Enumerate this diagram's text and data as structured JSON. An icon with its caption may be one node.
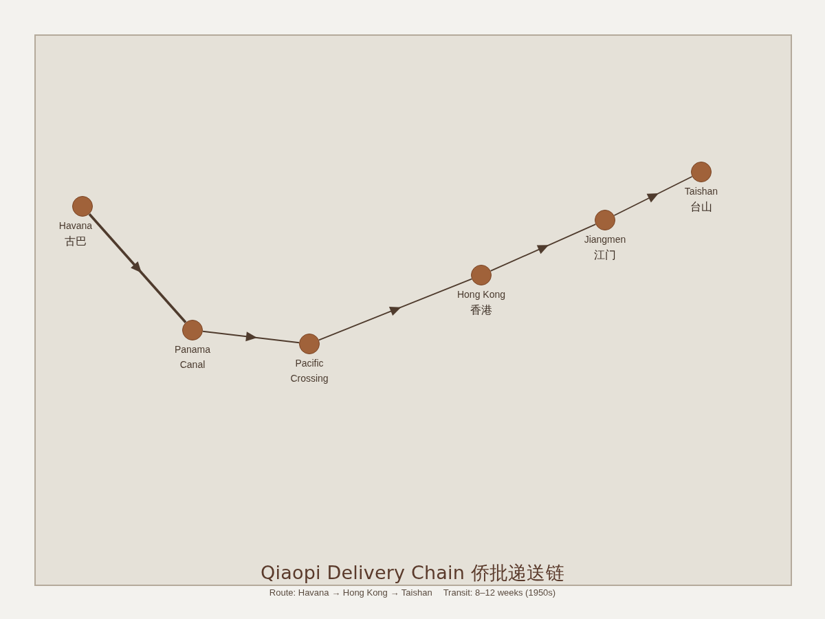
{
  "diagram": {
    "title": "Qiaopi Delivery Chain 侨批递送链",
    "caption": "Route: Havana → Hong Kong → Taishan",
    "nodes": [
      {
        "text": [],
        "shape": "circle",
        "beside": [
          "Havana",
          "古巴"
        ]
      },
      {
        "text": [],
        "shape": "circle",
        "beside": [
          "Panama Canal"
        ]
      },
      {
        "text": [],
        "shape": "circle",
        "beside": [
          "Pacific Crossing"
        ]
      },
      {
        "text": [],
        "shape": "circle",
        "beside": [
          "Hong Kong",
          "香港"
        ]
      },
      {
        "text": [],
        "shape": "circle",
        "beside": [
          "Jiangmen",
          "江门"
        ]
      },
      {
        "text": [],
        "shape": "circle",
        "beside": [
          "Taishan",
          "台山"
        ]
      }
    ],
    "edges": [
      {
        "from": 0,
        "to": 1,
        "arrow": "to",
        "style": "thick"
      },
      {
        "from": 1,
        "to": 2,
        "arrow": "to"
      },
      {
        "from": 2,
        "to": 3,
        "arrow": "to"
      },
      {
        "from": 3,
        "to": 4,
        "arrow": "to"
      },
      {
        "from": 4,
        "to": 5,
        "arrow": "to"
      }
    ],
    "labels": [
      "Transit: 8–12 weeks (1950s)"
    ]
  }
}
